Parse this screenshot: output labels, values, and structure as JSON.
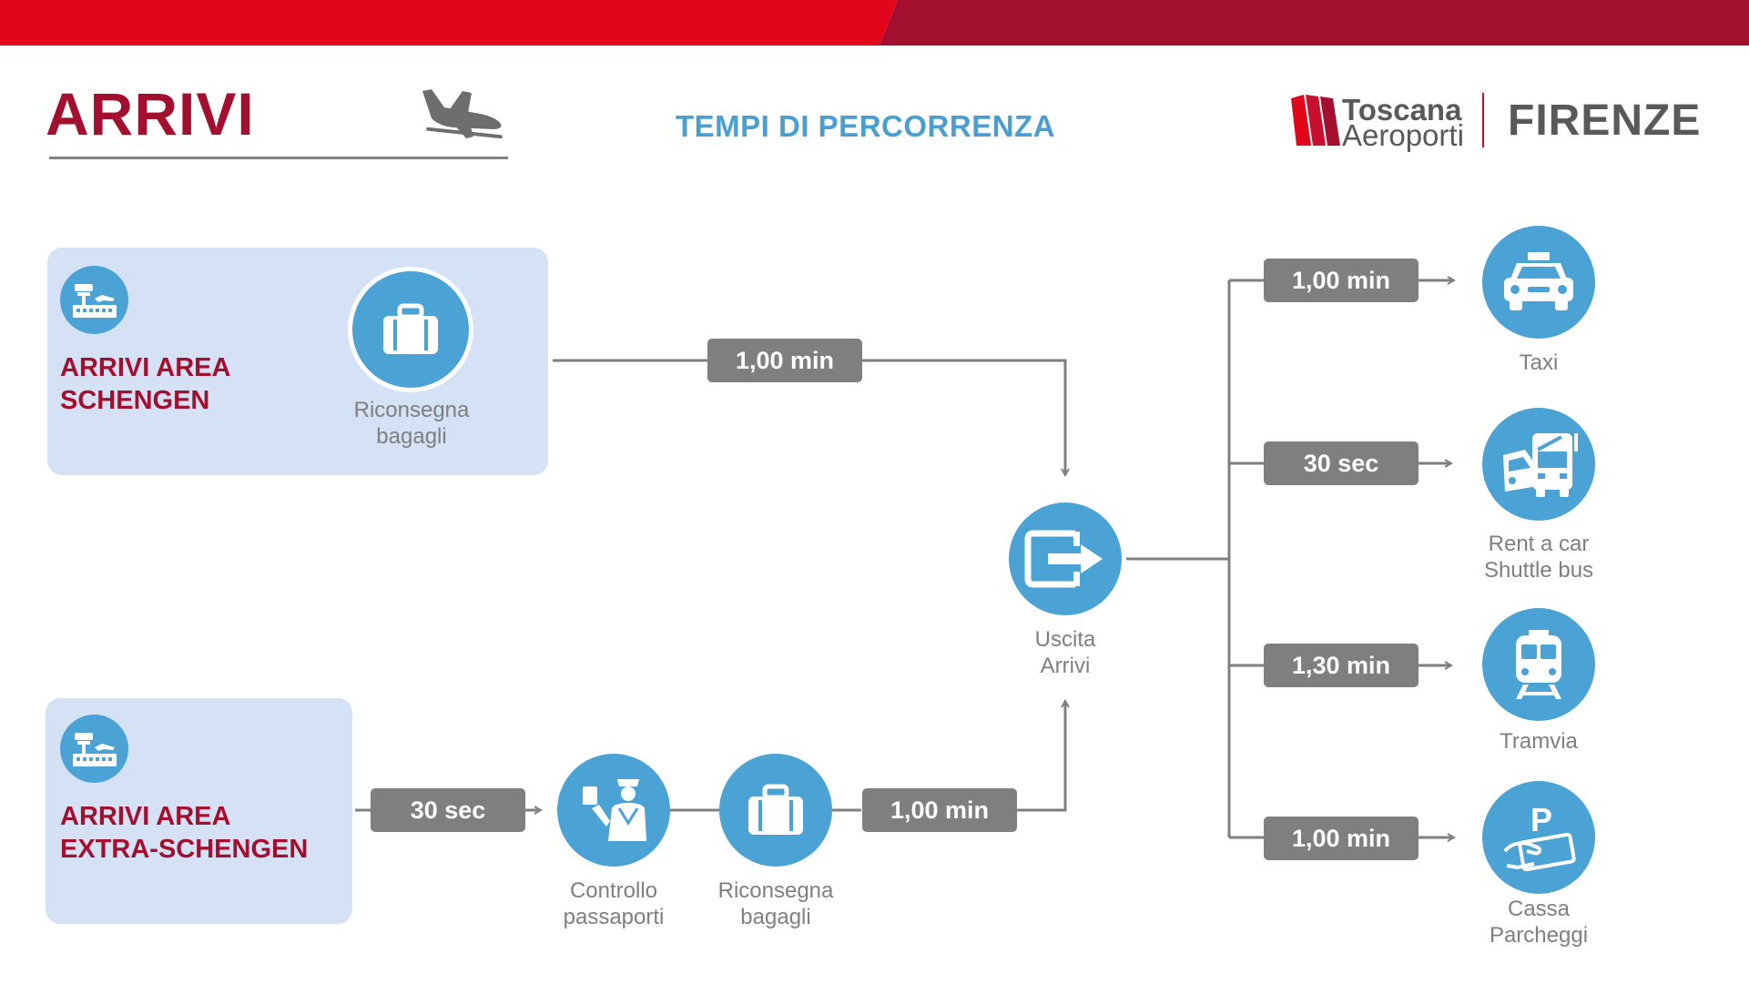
{
  "header": {
    "title": "ARRIVI",
    "subtitle": "TEMPI DI PERCORRENZA",
    "brand_line1": "Toscana",
    "brand_line2": "Aeroporti",
    "city": "FIRENZE"
  },
  "colors": {
    "brand_red": "#a3102f",
    "accent_blue": "#4aa3d4",
    "area_bg": "#d5e2f6",
    "pill_gray": "#7f7f7f"
  },
  "areas": {
    "schengen": {
      "line1": "ARRIVI AREA",
      "line2": "SCHENGEN",
      "icon": "airport-terminal-icon"
    },
    "extra_schengen": {
      "line1": "ARRIVI AREA",
      "line2": "EXTRA-SCHENGEN",
      "icon": "airport-terminal-icon"
    }
  },
  "nodes": {
    "baggage_schengen": {
      "line1": "Riconsegna",
      "line2": "bagagli",
      "icon": "suitcase-icon"
    },
    "passport_control": {
      "line1": "Controllo",
      "line2": "passaporti",
      "icon": "passport-control-icon"
    },
    "baggage_extra": {
      "line1": "Riconsegna",
      "line2": "bagagli",
      "icon": "suitcase-icon"
    },
    "exit": {
      "line1": "Uscita",
      "line2": "Arrivi",
      "icon": "exit-icon"
    },
    "taxi": {
      "line1": "Taxi",
      "icon": "taxi-icon"
    },
    "rentcar": {
      "line1": "Rent a car",
      "line2": "Shuttle bus",
      "icon": "car-bus-icon"
    },
    "tram": {
      "line1": "Tramvia",
      "icon": "tram-icon"
    },
    "parking": {
      "line1": "Cassa",
      "line2": "Parcheggi",
      "icon": "parking-payment-icon"
    }
  },
  "times": {
    "schengen_to_exit": "1,00 min",
    "extra_to_passport": "30 sec",
    "baggage_to_exit": "1,00 min",
    "exit_to_taxi": "1,00 min",
    "exit_to_rentcar": "30 sec",
    "exit_to_tram": "1,30 min",
    "exit_to_parking": "1,00 min"
  }
}
